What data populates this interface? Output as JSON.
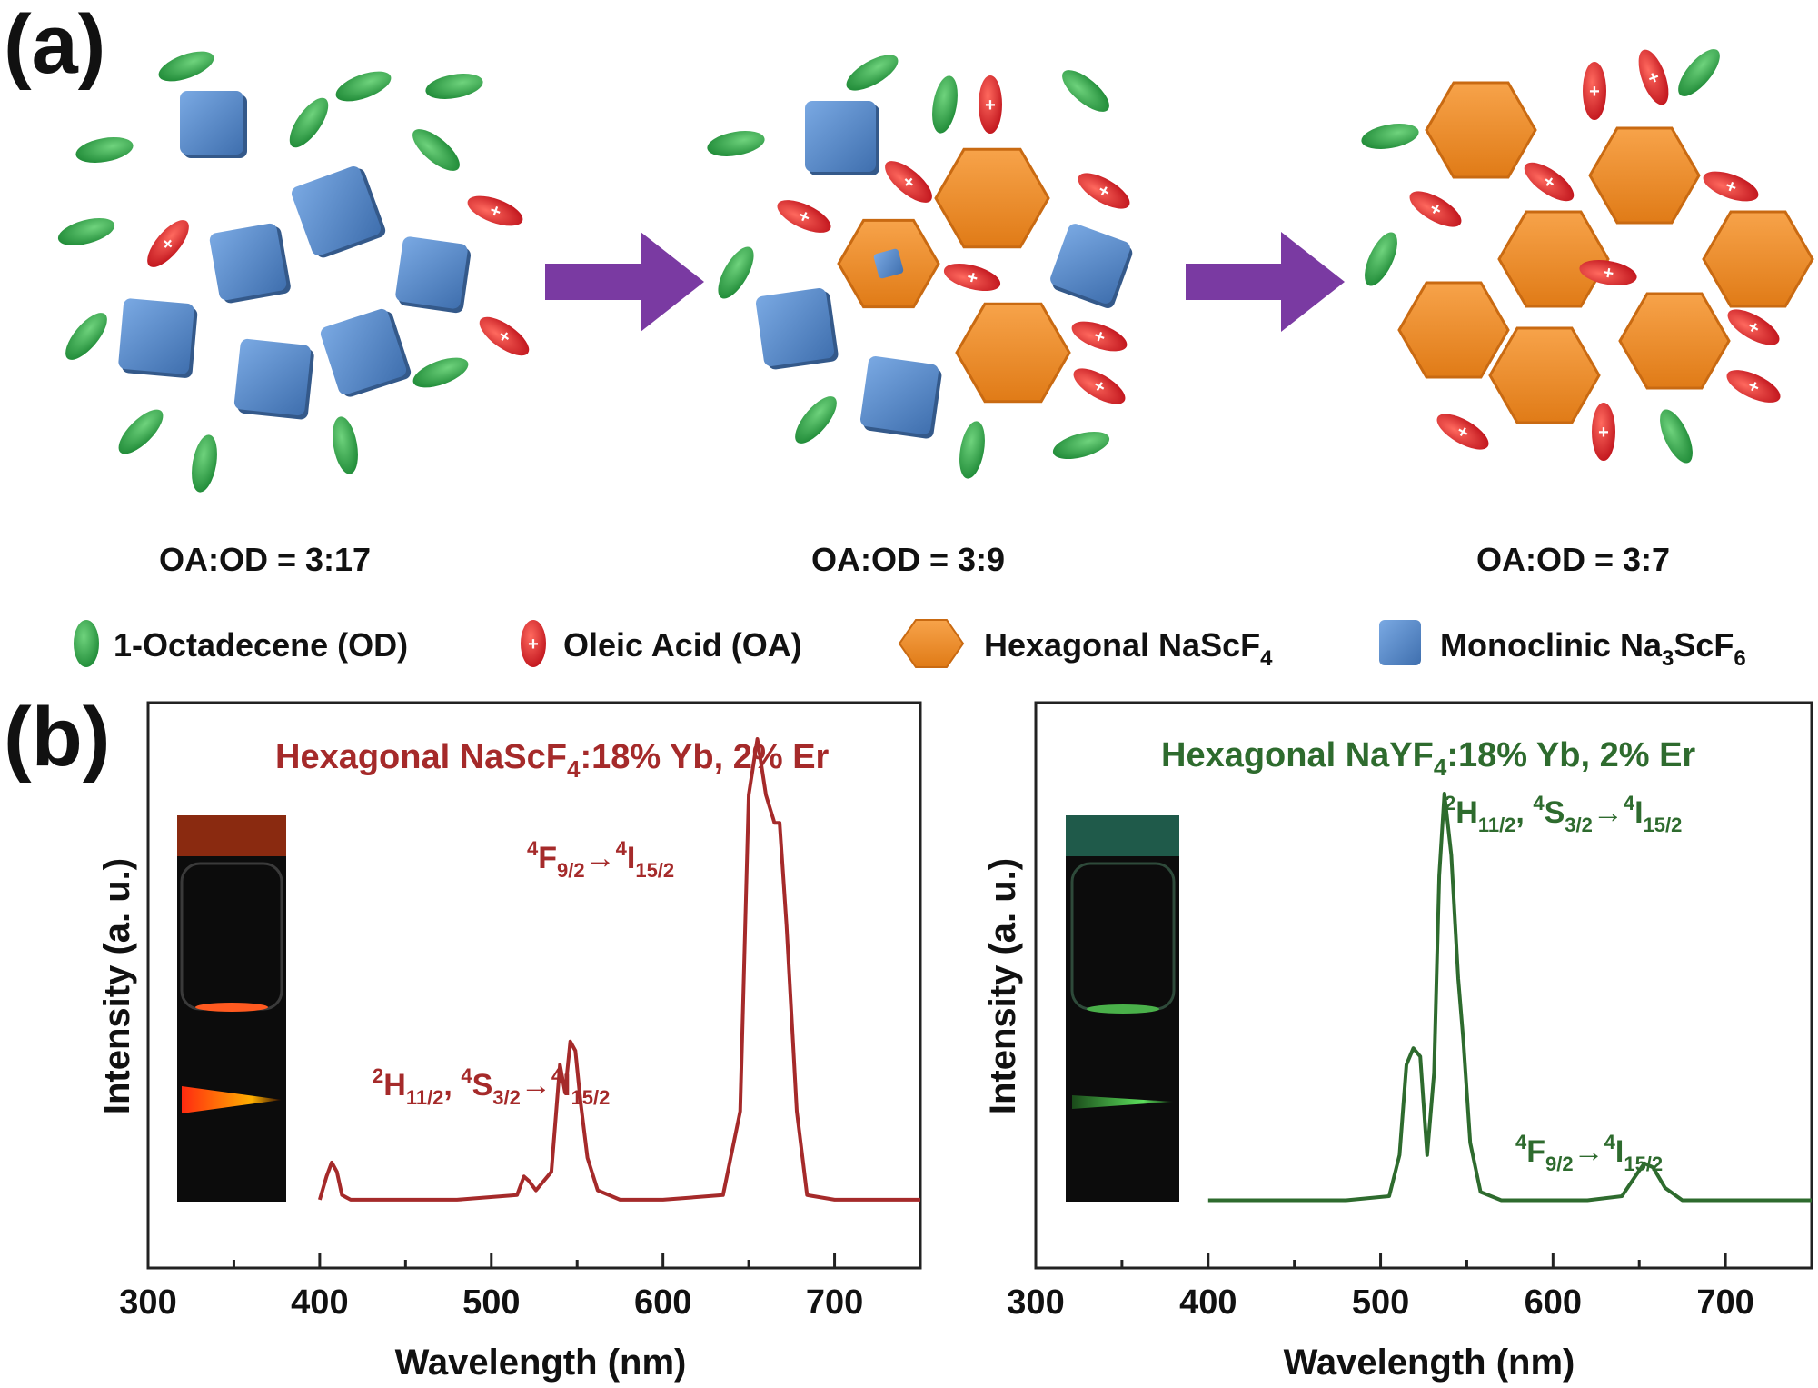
{
  "panel_a": {
    "label": "(a)",
    "ratios": [
      "OA:OD = 3:17",
      "OA:OD = 3:9",
      "OA:OD = 3:7"
    ],
    "legend": {
      "od": "1-Octadecene (OD)",
      "oa": "Oleic Acid (OA)",
      "hex_prefix": "Hexagonal NaScF",
      "hex_sub": "4",
      "mono_prefix": "Monoclinic Na",
      "mono_sub1": "3",
      "mono_mid": "ScF",
      "mono_sub2": "6"
    }
  },
  "panel_b": {
    "label": "(b)"
  },
  "colors": {
    "od_green": "#2e9e45",
    "oa_red": "#d5262a",
    "hex_orange": "#f08a24",
    "mono_blue": "#5b8fd0",
    "arrow_purple": "#7a3aa2",
    "spectrum_red": "#a52a2a",
    "spectrum_green": "#2e6b2e"
  },
  "chart_data": [
    {
      "type": "line",
      "title": "Hexagonal NaScF4:18% Yb, 2% Er",
      "title_parts": {
        "pre": "Hexagonal NaScF",
        "sub": "4",
        "post": ":18% Yb, 2% Er"
      },
      "xlabel": "Wavelength (nm)",
      "ylabel": "Intensity (a. u.)",
      "xlim": [
        300,
        750
      ],
      "ylim": [
        0,
        1.1
      ],
      "xticks": [
        "300",
        "400",
        "500",
        "600",
        "700"
      ],
      "x": [
        400,
        404,
        407,
        410,
        413,
        418,
        430,
        480,
        515,
        519,
        522,
        526,
        535,
        540,
        543,
        546,
        549,
        552,
        556,
        562,
        575,
        600,
        635,
        645,
        650,
        655,
        660,
        665,
        668,
        672,
        678,
        684,
        700,
        750
      ],
      "series": [
        {
          "values": [
            0.01,
            0.06,
            0.09,
            0.07,
            0.02,
            0.01,
            0.01,
            0.01,
            0.02,
            0.06,
            0.05,
            0.03,
            0.07,
            0.3,
            0.24,
            0.35,
            0.33,
            0.22,
            0.1,
            0.03,
            0.01,
            0.01,
            0.02,
            0.2,
            0.88,
            1.0,
            0.88,
            0.82,
            0.82,
            0.6,
            0.2,
            0.02,
            0.01,
            0.01
          ]
        }
      ],
      "annotations": [
        {
          "label": "4F9/2→4I15/2",
          "at": 655
        },
        {
          "label": "2H11/2, 4S3/2→4I15/2",
          "at": 548
        }
      ]
    },
    {
      "type": "line",
      "title": "Hexagonal NaYF4:18% Yb, 2% Er",
      "title_parts": {
        "pre": "Hexagonal NaYF",
        "sub": "4",
        "post": ":18% Yb, 2% Er"
      },
      "xlabel": "Wavelength (nm)",
      "ylabel": "Intensity (a. u.)",
      "xlim": [
        300,
        750
      ],
      "ylim": [
        0,
        1.1
      ],
      "xticks": [
        "300",
        "400",
        "500",
        "600",
        "700"
      ],
      "x": [
        400,
        480,
        505,
        511,
        515,
        519,
        523,
        527,
        531,
        534,
        537,
        541,
        545,
        548,
        552,
        558,
        570,
        620,
        640,
        648,
        653,
        658,
        665,
        675,
        700,
        750
      ],
      "series": [
        {
          "values": [
            0.01,
            0.01,
            0.02,
            0.12,
            0.34,
            0.38,
            0.36,
            0.12,
            0.32,
            0.8,
            1.0,
            0.85,
            0.55,
            0.4,
            0.15,
            0.03,
            0.01,
            0.01,
            0.02,
            0.07,
            0.1,
            0.09,
            0.04,
            0.01,
            0.01,
            0.01
          ]
        }
      ],
      "annotations": [
        {
          "label": "2H11/2, 4S3/2→4I15/2",
          "at": 537
        },
        {
          "label": "4F9/2→4I15/2",
          "at": 653
        }
      ]
    }
  ]
}
